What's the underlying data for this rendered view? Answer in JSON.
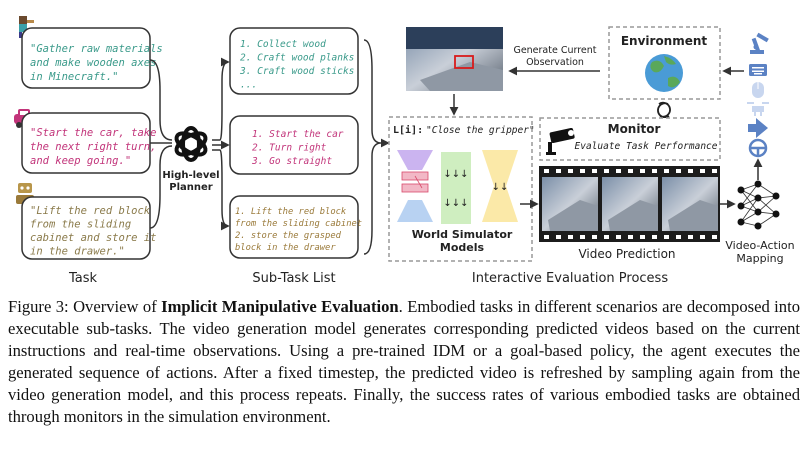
{
  "tasks": [
    {
      "lines": [
        "\"Gather raw materials",
        "and make wooden axes",
        "in Minecraft.\""
      ],
      "color": "#3a9a8a"
    },
    {
      "lines": [
        "\"Start the car, take",
        "the next right turn,",
        "and keep going.\""
      ],
      "color": "#c2347a"
    },
    {
      "lines": [
        "\"Lift the red block",
        "from the sliding",
        "cabinet and store it",
        "in the drawer.\""
      ],
      "color": "#8a7a4a"
    }
  ],
  "subtasks": [
    {
      "lines": [
        "1. Collect wood",
        "2. Craft wood planks",
        "3. Craft wood sticks",
        "..."
      ],
      "color": "#3a9a8a"
    },
    {
      "lines": [
        "1. Start the car",
        "2. Turn right",
        "3. Go straight"
      ],
      "color": "#c2347a"
    },
    {
      "lines": [
        "1. Lift the red block",
        "from the sliding cabinet",
        "2. store the grasped",
        "block in the drawer"
      ],
      "color": "#9a7a3a"
    }
  ],
  "labels": {
    "planner_line1": "High-level",
    "planner_line2": "Planner",
    "task": "Task",
    "subtask_list": "Sub-Task List",
    "interactive": "Interactive Evaluation Process",
    "generate_line1": "Generate Current",
    "generate_line2": "Observation",
    "environment": "Environment",
    "monitor": "Monitor",
    "evaluate": "Evaluate Task Performance",
    "instruction_prefix": "L[i]:",
    "instruction": "\"Close the gripper\"",
    "wsm_line1": "World Simulator",
    "wsm_line2": "Models",
    "video_prediction": "Video Prediction",
    "video_action_line1": "Video-Action",
    "video_action_line2": "Mapping"
  },
  "caption": {
    "lead": "Figure 3: Overview of ",
    "bold": "Implicit Manipulative Evaluation",
    "rest": ". Embodied tasks in different scenarios are decomposed into executable sub-tasks. The video generation model generates corresponding predicted videos based on the current instructions and real-time observations. Using a pre-trained IDM or a goal-based policy, the agent executes the generated sequence of actions. After a fixed timestep, the predicted video is refreshed by sampling again from the video generation model, and this process repeats. Finally, the success rates of various embodied tasks are obtained through monitors in the simulation environment."
  },
  "colors": {
    "text": "#222222",
    "box_border": "#333333",
    "dashed": "#999999",
    "globe": "#4a9bd6",
    "land": "#5aa85a",
    "pink": "#f2b8c6",
    "purple": "#cbb4f0",
    "green": "#cfeec0",
    "yellow": "#fbe9a8",
    "blue": "#b8d2f2",
    "icon_blue": "#5b82c4",
    "film": "#1c1c1c"
  }
}
